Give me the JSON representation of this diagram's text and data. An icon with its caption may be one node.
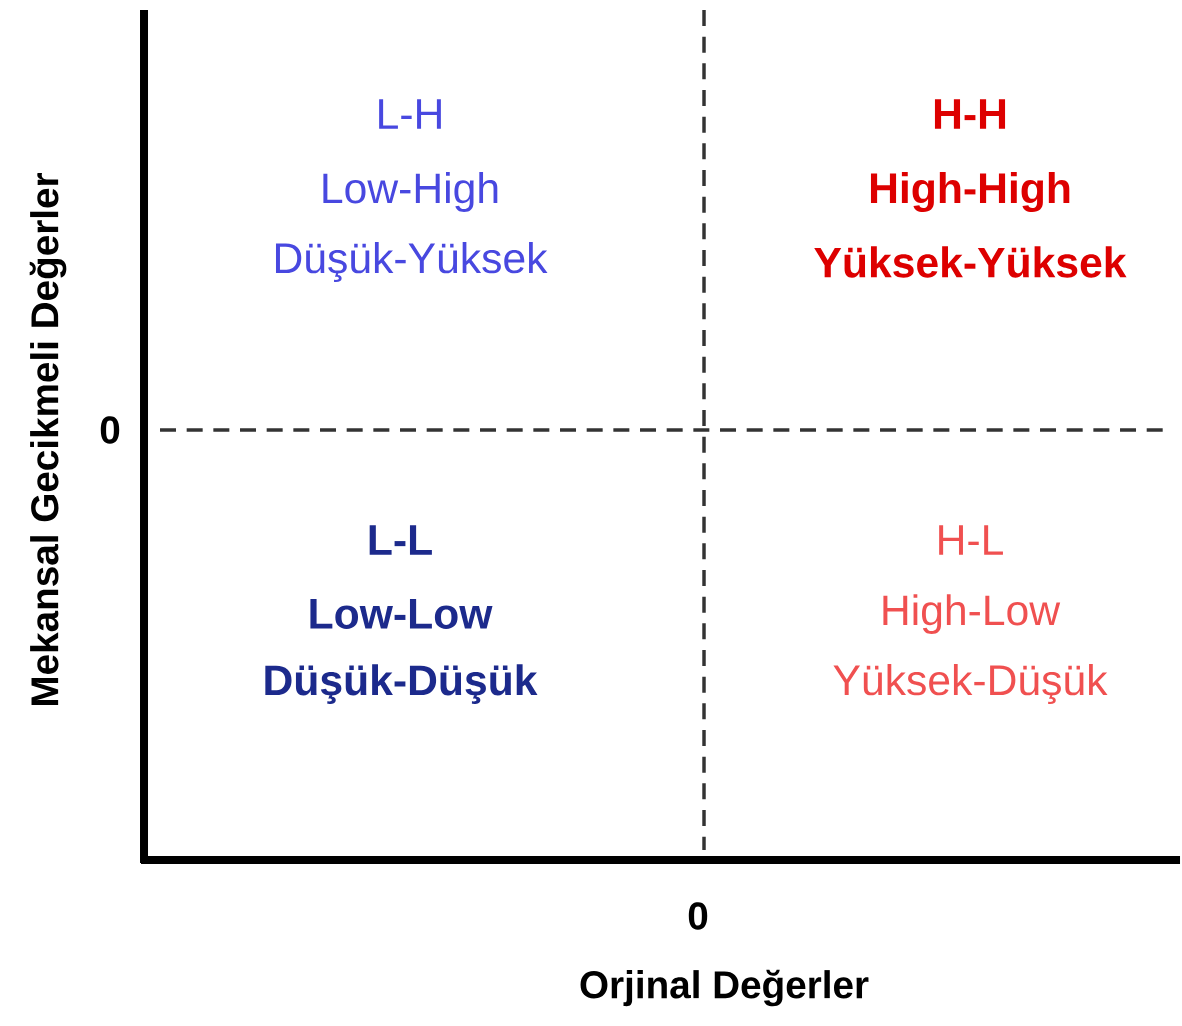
{
  "diagram": {
    "labels": [
      "L-H",
      "Low-High",
      "Düşük-Yüksek",
      "H-H",
      "High-High",
      "Yüksek-Yüksek",
      "0",
      "L-L",
      "Low-Low",
      "Düşük-Düşük",
      "H-L",
      "High-Low",
      "Yüksek-Düşük",
      "0",
      "Orjinal Değerler",
      "Mekansal Gecikmeli Değerler"
    ]
  }
}
